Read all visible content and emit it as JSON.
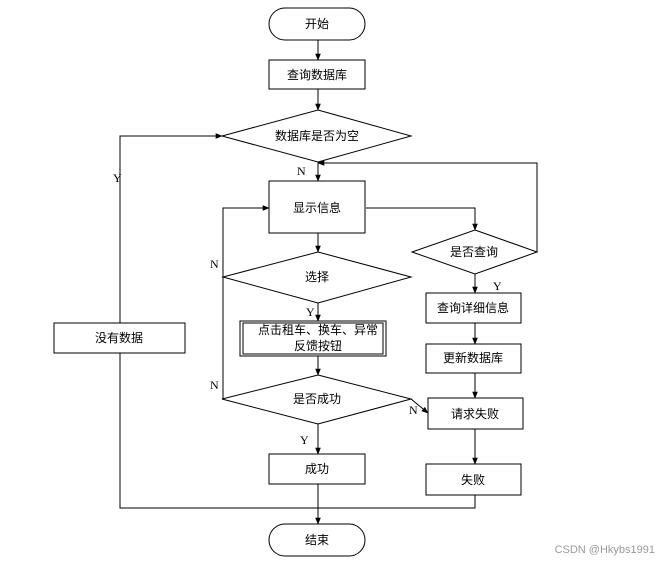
{
  "nodes": {
    "start": "开始",
    "query_db": "查询数据库",
    "db_empty": "数据库是否为空",
    "show_info": "显示信息",
    "choose": "选择",
    "click_line1": "点击租车、换车、异常",
    "click_line2": "反馈按钮",
    "success_q": "是否成功",
    "success": "成功",
    "no_data": "没有数据",
    "is_query": "是否查询",
    "query_detail": "查询详细信息",
    "update_db": "更新数据库",
    "request_fail": "请求失败",
    "fail": "失败",
    "end": "结束"
  },
  "edge_labels": {
    "db_empty_yes": "Y",
    "db_empty_no": "N",
    "choose_yes": "Y",
    "choose_no": "N",
    "success_no_left": "N",
    "success_yes": "Y",
    "success_no_right": "N",
    "is_query_yes": "Y"
  },
  "watermark": "CSDN @Hkybs1991"
}
